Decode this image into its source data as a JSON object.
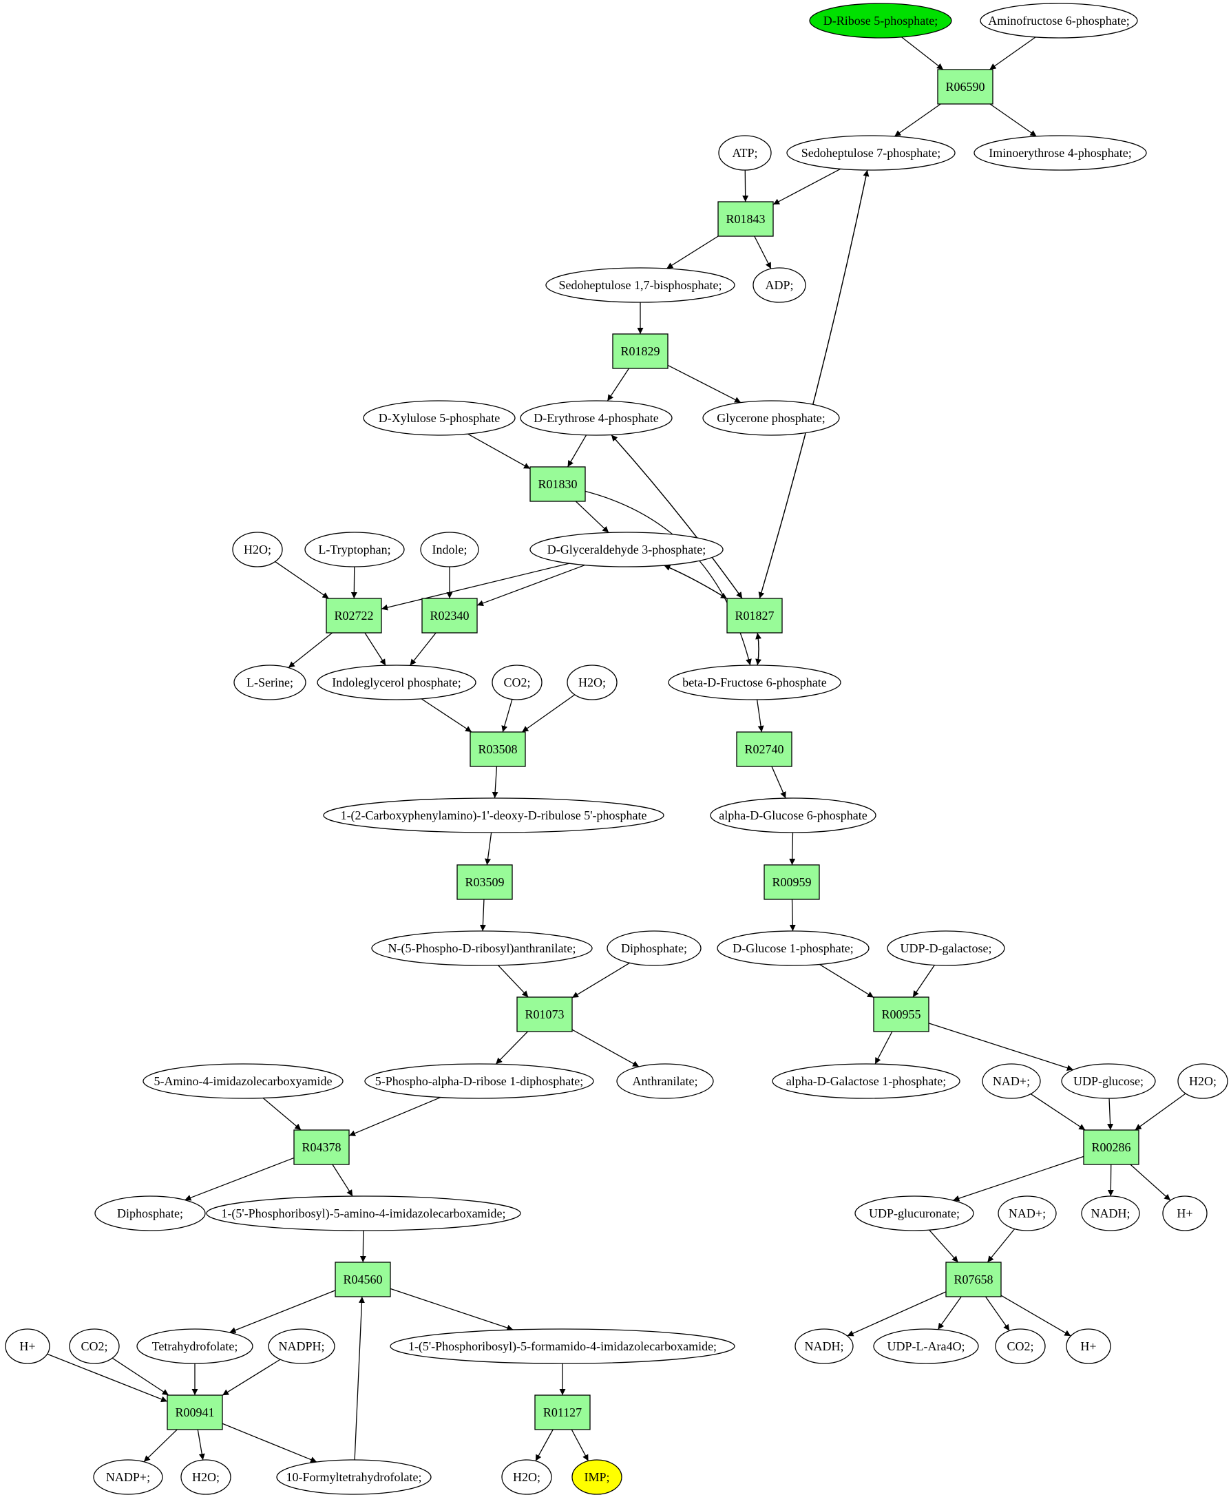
{
  "diagram": {
    "colors": {
      "reaction_fill": "#98fb98",
      "source_fill": "#00e000",
      "target_fill": "#ffff00",
      "compound_fill": "#ffffff",
      "stroke": "#000000"
    },
    "nodes": [
      {
        "id": "c_ribose5p",
        "kind": "compound",
        "label": "D-Ribose 5-phosphate;",
        "role": "source"
      },
      {
        "id": "c_aminofructose6p",
        "kind": "compound",
        "label": "Aminofructose 6-phosphate;"
      },
      {
        "id": "r_R06590",
        "kind": "reaction",
        "label": "R06590"
      },
      {
        "id": "c_atp",
        "kind": "compound",
        "label": "ATP;"
      },
      {
        "id": "c_sedo7p",
        "kind": "compound",
        "label": "Sedoheptulose 7-phosphate;"
      },
      {
        "id": "c_iminoerythrose4p",
        "kind": "compound",
        "label": "Iminoerythrose 4-phosphate;"
      },
      {
        "id": "r_R01843",
        "kind": "reaction",
        "label": "R01843"
      },
      {
        "id": "c_sedo17bp",
        "kind": "compound",
        "label": "Sedoheptulose 1,7-bisphosphate;"
      },
      {
        "id": "c_adp",
        "kind": "compound",
        "label": "ADP;"
      },
      {
        "id": "r_R01829",
        "kind": "reaction",
        "label": "R01829"
      },
      {
        "id": "c_xylulose5p",
        "kind": "compound",
        "label": "D-Xylulose 5-phosphate"
      },
      {
        "id": "c_erythrose4p",
        "kind": "compound",
        "label": "D-Erythrose 4-phosphate"
      },
      {
        "id": "c_glycerone_p",
        "kind": "compound",
        "label": "Glycerone phosphate;"
      },
      {
        "id": "r_R01830",
        "kind": "reaction",
        "label": "R01830"
      },
      {
        "id": "c_h2o_1",
        "kind": "compound",
        "label": "H2O;"
      },
      {
        "id": "c_ltryptophan",
        "kind": "compound",
        "label": "L-Tryptophan;"
      },
      {
        "id": "c_indole",
        "kind": "compound",
        "label": "Indole;"
      },
      {
        "id": "c_g3p",
        "kind": "compound",
        "label": "D-Glyceraldehyde 3-phosphate;"
      },
      {
        "id": "r_R02722",
        "kind": "reaction",
        "label": "R02722"
      },
      {
        "id": "r_R02340",
        "kind": "reaction",
        "label": "R02340"
      },
      {
        "id": "r_R01827",
        "kind": "reaction",
        "label": "R01827"
      },
      {
        "id": "c_lserine",
        "kind": "compound",
        "label": "L-Serine;"
      },
      {
        "id": "c_indoleglycerol_p",
        "kind": "compound",
        "label": "Indoleglycerol phosphate;"
      },
      {
        "id": "c_co2_1",
        "kind": "compound",
        "label": "CO2;"
      },
      {
        "id": "c_h2o_2",
        "kind": "compound",
        "label": "H2O;"
      },
      {
        "id": "c_bfructose6p",
        "kind": "compound",
        "label": "beta-D-Fructose 6-phosphate"
      },
      {
        "id": "r_R03508",
        "kind": "reaction",
        "label": "R03508"
      },
      {
        "id": "r_R02740",
        "kind": "reaction",
        "label": "R02740"
      },
      {
        "id": "c_cpad5p",
        "kind": "compound",
        "label": "1-(2-Carboxyphenylamino)-1'-deoxy-D-ribulose 5'-phosphate"
      },
      {
        "id": "c_aglucose6p",
        "kind": "compound",
        "label": "alpha-D-Glucose 6-phosphate"
      },
      {
        "id": "r_R03509",
        "kind": "reaction",
        "label": "R03509"
      },
      {
        "id": "r_R00959",
        "kind": "reaction",
        "label": "R00959"
      },
      {
        "id": "c_n5prib_anth",
        "kind": "compound",
        "label": "N-(5-Phospho-D-ribosyl)anthranilate;"
      },
      {
        "id": "c_diphosphate_1",
        "kind": "compound",
        "label": "Diphosphate;"
      },
      {
        "id": "c_glucose1p",
        "kind": "compound",
        "label": "D-Glucose 1-phosphate;"
      },
      {
        "id": "c_udpgal",
        "kind": "compound",
        "label": "UDP-D-galactose;"
      },
      {
        "id": "r_R01073",
        "kind": "reaction",
        "label": "R01073"
      },
      {
        "id": "r_R00955",
        "kind": "reaction",
        "label": "R00955"
      },
      {
        "id": "c_aica",
        "kind": "compound",
        "label": "5-Amino-4-imidazolecarboxyamide"
      },
      {
        "id": "c_prpp",
        "kind": "compound",
        "label": "5-Phospho-alpha-D-ribose 1-diphosphate;"
      },
      {
        "id": "c_anthranilate",
        "kind": "compound",
        "label": "Anthranilate;"
      },
      {
        "id": "c_agal1p",
        "kind": "compound",
        "label": "alpha-D-Galactose 1-phosphate;"
      },
      {
        "id": "c_nadp_plus_1",
        "kind": "compound",
        "label": "NAD+;"
      },
      {
        "id": "c_udpglucose",
        "kind": "compound",
        "label": "UDP-glucose;"
      },
      {
        "id": "c_h2o_3",
        "kind": "compound",
        "label": "H2O;"
      },
      {
        "id": "r_R04378",
        "kind": "reaction",
        "label": "R04378"
      },
      {
        "id": "r_R00286",
        "kind": "reaction",
        "label": "R00286"
      },
      {
        "id": "c_diphosphate_2",
        "kind": "compound",
        "label": "Diphosphate;"
      },
      {
        "id": "c_aicar",
        "kind": "compound",
        "label": "1-(5'-Phosphoribosyl)-5-amino-4-imidazolecarboxamide;"
      },
      {
        "id": "c_udpglucuronate",
        "kind": "compound",
        "label": "UDP-glucuronate;"
      },
      {
        "id": "c_nad_plus_2",
        "kind": "compound",
        "label": "NAD+;"
      },
      {
        "id": "c_nadh_1",
        "kind": "compound",
        "label": "NADH;"
      },
      {
        "id": "c_hplus_1",
        "kind": "compound",
        "label": "H+"
      },
      {
        "id": "r_R04560",
        "kind": "reaction",
        "label": "R04560"
      },
      {
        "id": "r_R07658",
        "kind": "reaction",
        "label": "R07658"
      },
      {
        "id": "c_hplus_2",
        "kind": "compound",
        "label": "H+"
      },
      {
        "id": "c_co2_2",
        "kind": "compound",
        "label": "CO2;"
      },
      {
        "id": "c_thf",
        "kind": "compound",
        "label": "Tetrahydrofolate;"
      },
      {
        "id": "c_nadph",
        "kind": "compound",
        "label": "NADPH;"
      },
      {
        "id": "c_faicar",
        "kind": "compound",
        "label": "1-(5'-Phosphoribosyl)-5-formamido-4-imidazolecarboxamide;"
      },
      {
        "id": "c_nadh_2",
        "kind": "compound",
        "label": "NADH;"
      },
      {
        "id": "c_udpara4o",
        "kind": "compound",
        "label": "UDP-L-Ara4O;"
      },
      {
        "id": "c_co2_3",
        "kind": "compound",
        "label": "CO2;"
      },
      {
        "id": "c_hplus_3",
        "kind": "compound",
        "label": "H+"
      },
      {
        "id": "r_R00941",
        "kind": "reaction",
        "label": "R00941"
      },
      {
        "id": "r_R01127",
        "kind": "reaction",
        "label": "R01127"
      },
      {
        "id": "c_nadp_plus",
        "kind": "compound",
        "label": "NADP+;"
      },
      {
        "id": "c_h2o_4",
        "kind": "compound",
        "label": "H2O;"
      },
      {
        "id": "c_10fthf",
        "kind": "compound",
        "label": "10-Formyltetrahydrofolate;"
      },
      {
        "id": "c_h2o_5",
        "kind": "compound",
        "label": "H2O;"
      },
      {
        "id": "c_imp",
        "kind": "compound",
        "label": "IMP;",
        "role": "target"
      }
    ],
    "edges": [
      [
        "c_ribose5p",
        "r_R06590"
      ],
      [
        "c_aminofructose6p",
        "r_R06590"
      ],
      [
        "r_R06590",
        "c_sedo7p"
      ],
      [
        "r_R06590",
        "c_iminoerythrose4p"
      ],
      [
        "c_atp",
        "r_R01843"
      ],
      [
        "c_sedo7p",
        "r_R01843"
      ],
      [
        "r_R01843",
        "c_sedo17bp"
      ],
      [
        "r_R01843",
        "c_adp"
      ],
      [
        "c_sedo17bp",
        "r_R01829"
      ],
      [
        "r_R01829",
        "c_erythrose4p"
      ],
      [
        "r_R01829",
        "c_glycerone_p"
      ],
      [
        "c_xylulose5p",
        "r_R01830"
      ],
      [
        "c_erythrose4p",
        "r_R01830"
      ],
      [
        "r_R01830",
        "c_g3p"
      ],
      [
        "r_R01830",
        "c_bfructose6p"
      ],
      [
        "c_sedo7p",
        "r_R01827"
      ],
      [
        "r_R01827",
        "c_sedo7p"
      ],
      [
        "c_erythrose4p",
        "r_R01827"
      ],
      [
        "r_R01827",
        "c_erythrose4p"
      ],
      [
        "c_g3p",
        "r_R01827"
      ],
      [
        "r_R01827",
        "c_g3p"
      ],
      [
        "r_R01827",
        "c_bfructose6p"
      ],
      [
        "c_bfructose6p",
        "r_R01827"
      ],
      [
        "c_h2o_1",
        "r_R02722"
      ],
      [
        "c_ltryptophan",
        "r_R02722"
      ],
      [
        "c_g3p",
        "r_R02722"
      ],
      [
        "r_R02722",
        "c_lserine"
      ],
      [
        "r_R02722",
        "c_indoleglycerol_p"
      ],
      [
        "c_indole",
        "r_R02340"
      ],
      [
        "c_g3p",
        "r_R02340"
      ],
      [
        "r_R02340",
        "c_indoleglycerol_p"
      ],
      [
        "c_indoleglycerol_p",
        "r_R03508"
      ],
      [
        "c_co2_1",
        "r_R03508"
      ],
      [
        "c_h2o_2",
        "r_R03508"
      ],
      [
        "r_R03508",
        "c_cpad5p"
      ],
      [
        "c_cpad5p",
        "r_R03509"
      ],
      [
        "r_R03509",
        "c_n5prib_anth"
      ],
      [
        "c_n5prib_anth",
        "r_R01073"
      ],
      [
        "c_diphosphate_1",
        "r_R01073"
      ],
      [
        "r_R01073",
        "c_prpp"
      ],
      [
        "r_R01073",
        "c_anthranilate"
      ],
      [
        "c_aica",
        "r_R04378"
      ],
      [
        "c_prpp",
        "r_R04378"
      ],
      [
        "r_R04378",
        "c_diphosphate_2"
      ],
      [
        "r_R04378",
        "c_aicar"
      ],
      [
        "c_aicar",
        "r_R04560"
      ],
      [
        "c_10fthf",
        "r_R04560"
      ],
      [
        "r_R04560",
        "c_thf"
      ],
      [
        "r_R04560",
        "c_faicar"
      ],
      [
        "c_hplus_2",
        "r_R00941"
      ],
      [
        "c_co2_2",
        "r_R00941"
      ],
      [
        "c_thf",
        "r_R00941"
      ],
      [
        "c_nadph",
        "r_R00941"
      ],
      [
        "r_R00941",
        "c_nadp_plus"
      ],
      [
        "r_R00941",
        "c_h2o_4"
      ],
      [
        "r_R00941",
        "c_10fthf"
      ],
      [
        "c_faicar",
        "r_R01127"
      ],
      [
        "r_R01127",
        "c_h2o_5"
      ],
      [
        "r_R01127",
        "c_imp"
      ],
      [
        "c_bfructose6p",
        "r_R02740"
      ],
      [
        "r_R02740",
        "c_aglucose6p"
      ],
      [
        "c_aglucose6p",
        "r_R00959"
      ],
      [
        "r_R00959",
        "c_glucose1p"
      ],
      [
        "c_glucose1p",
        "r_R00955"
      ],
      [
        "c_udpgal",
        "r_R00955"
      ],
      [
        "r_R00955",
        "c_agal1p"
      ],
      [
        "r_R00955",
        "c_udpglucose"
      ],
      [
        "c_nadp_plus_1",
        "r_R00286"
      ],
      [
        "c_udpglucose",
        "r_R00286"
      ],
      [
        "c_h2o_3",
        "r_R00286"
      ],
      [
        "r_R00286",
        "c_udpglucuronate"
      ],
      [
        "r_R00286",
        "c_nadh_1"
      ],
      [
        "r_R00286",
        "c_hplus_1"
      ],
      [
        "c_udpglucuronate",
        "r_R07658"
      ],
      [
        "c_nad_plus_2",
        "r_R07658"
      ],
      [
        "r_R07658",
        "c_nadh_2"
      ],
      [
        "r_R07658",
        "c_udpara4o"
      ],
      [
        "r_R07658",
        "c_co2_3"
      ],
      [
        "r_R07658",
        "c_hplus_3"
      ]
    ]
  }
}
